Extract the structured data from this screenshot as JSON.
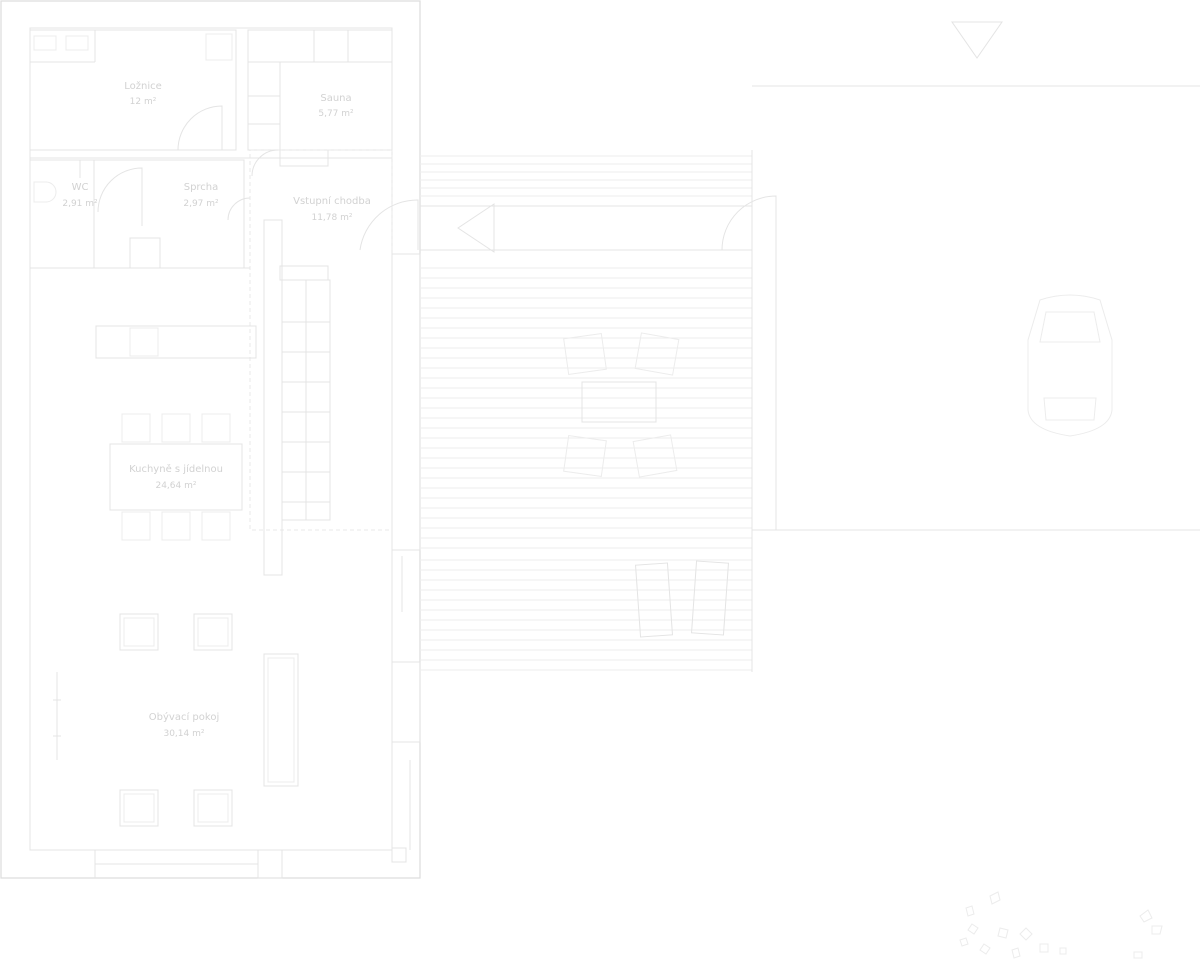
{
  "rooms": [
    {
      "id": "bedroom",
      "name": "Ložnice",
      "area": "12 m²"
    },
    {
      "id": "sauna",
      "name": "Sauna",
      "area": "5,77 m²"
    },
    {
      "id": "wc",
      "name": "WC",
      "area": "2,91 m²"
    },
    {
      "id": "shower",
      "name": "Sprcha",
      "area": "2,97 m²"
    },
    {
      "id": "hall",
      "name": "Vstupní chodba",
      "area": "11,78 m²"
    },
    {
      "id": "kitchen",
      "name": "Kuchyně s jídelnou",
      "area": "24,64 m²"
    },
    {
      "id": "living",
      "name": "Obývací pokoj",
      "area": "30,14 m²"
    }
  ],
  "colors": {
    "background": "#ffffff",
    "line": "#e4e4e4",
    "text": "#d2d2d2"
  }
}
